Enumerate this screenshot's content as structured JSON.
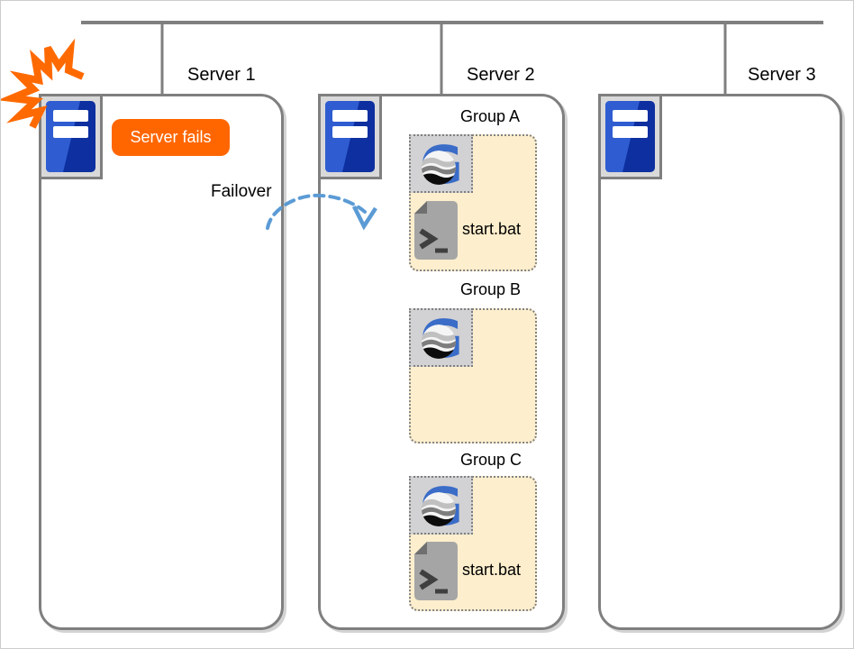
{
  "colors": {
    "line_gray": "#7f7f7f",
    "accent_orange": "#ff6600",
    "group_fill": "#fdeecd",
    "arrow_blue": "#5b9bd5",
    "server_blue_dark": "#0d2f9f",
    "server_blue_light": "#2f5dd1",
    "logo_blue": "#3a6cc8",
    "tile_gray": "#d9d9d9"
  },
  "icons": {
    "server": "server-icon",
    "failure": "burst-icon",
    "application": "globe-g-logo-icon",
    "script": "batch-file-icon",
    "failover_arrow": "dashed-arc-arrow-icon"
  },
  "servers": [
    {
      "label": "Server 1",
      "badge": "Server fails"
    },
    {
      "label": "Server 2",
      "groups": [
        {
          "label": "Group A",
          "script": "start.bat"
        },
        {
          "label": "Group B"
        },
        {
          "label": "Group C",
          "script": "start.bat"
        }
      ]
    },
    {
      "label": "Server 3"
    }
  ],
  "failover_label": "Failover"
}
